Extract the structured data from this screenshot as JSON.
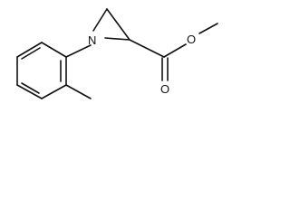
{
  "molecule": {
    "atoms": {
      "nitrogen": "N",
      "carbonyl_oxygen": "O",
      "ester_oxygen": "O"
    },
    "colors": {
      "bond": "#111111",
      "label": "#111111",
      "background": "#ffffff"
    }
  }
}
